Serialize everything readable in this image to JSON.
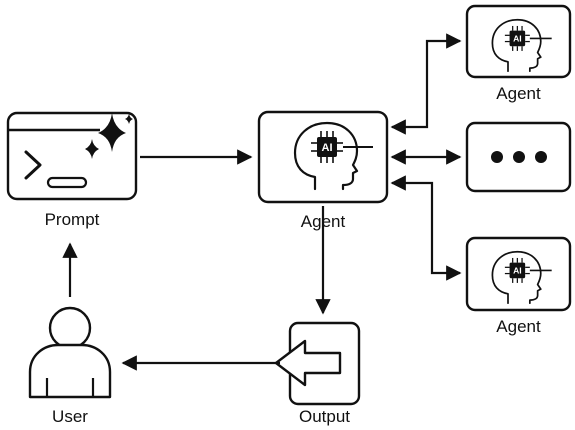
{
  "nodes": {
    "prompt": {
      "label": "Prompt",
      "icon": "terminal-sparkle-icon"
    },
    "agent_main": {
      "label": "Agent",
      "icon": "ai-head-icon",
      "chip_text": "AI"
    },
    "agent_top": {
      "label": "Agent",
      "icon": "ai-head-icon",
      "chip_text": "AI"
    },
    "agent_more": {
      "icon": "ellipsis-icon"
    },
    "agent_bottom": {
      "label": "Agent",
      "icon": "ai-head-icon",
      "chip_text": "AI"
    },
    "output": {
      "label": "Output",
      "icon": "output-arrow-icon"
    },
    "user": {
      "label": "User",
      "icon": "user-icon"
    }
  },
  "colors": {
    "stroke": "#111111",
    "background": "#ffffff"
  }
}
